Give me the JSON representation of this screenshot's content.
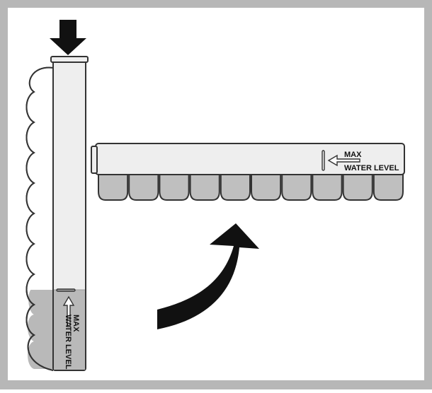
{
  "labels": {
    "max": "MAX",
    "water_level": "WATER LEVEL"
  },
  "tray": {
    "cube_count": 10,
    "fill_fraction_vertical": 0.22
  },
  "colors": {
    "frame": "#b7b7b7",
    "tray_body": "#eeeeee",
    "tray_outline": "#333333",
    "water": "#b9b9b9",
    "cube_fill": "#bfbfbf",
    "arrow": "#111111"
  }
}
